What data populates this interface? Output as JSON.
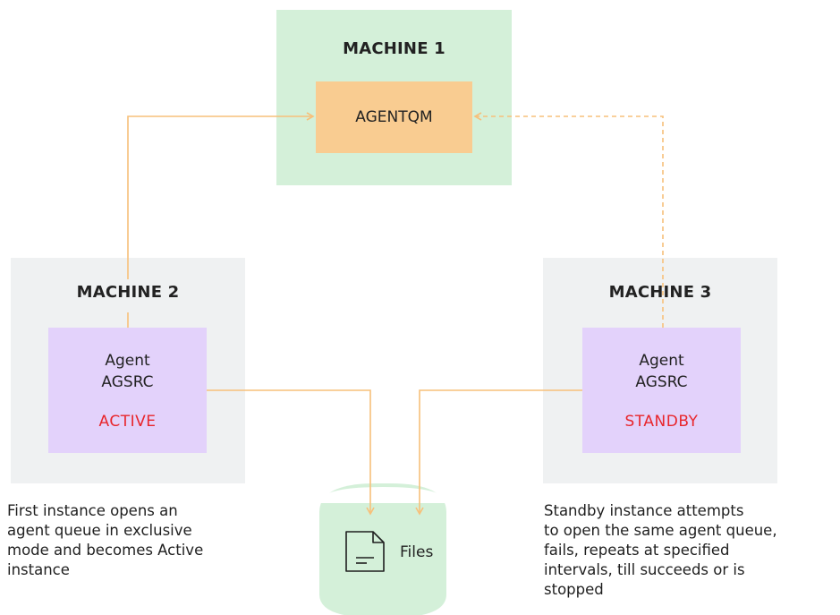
{
  "machines": {
    "m1": {
      "title": "MACHINE 1"
    },
    "m2": {
      "title": "MACHINE 2"
    },
    "m3": {
      "title": "MACHINE 3"
    }
  },
  "queue_manager": {
    "label": "AGENTQM"
  },
  "agent_active": {
    "line1": "Agent",
    "line2": "AGSRC",
    "state": "ACTIVE"
  },
  "agent_standby": {
    "line1": "Agent",
    "line2": "AGSRC",
    "state": "STANDBY"
  },
  "files": {
    "label": "Files",
    "icon": "document-icon"
  },
  "captions": {
    "left": [
      "First instance opens an",
      "agent queue in exclusive",
      "mode and becomes Active",
      "instance"
    ],
    "right": [
      "Standby instance attempts",
      "to open the same agent queue,",
      "fails, repeats at specified",
      "intervals, till succeeds or is",
      "stopped"
    ]
  },
  "colors": {
    "connector": "#f7c07a",
    "state_text": "#e8262c",
    "machine1_bg": "#d4f0d9",
    "machine_bg": "#eff1f2",
    "qm_bg": "#f9cc91",
    "agent_bg": "#e3d2fb",
    "files_bg": "#d4f0d9"
  }
}
